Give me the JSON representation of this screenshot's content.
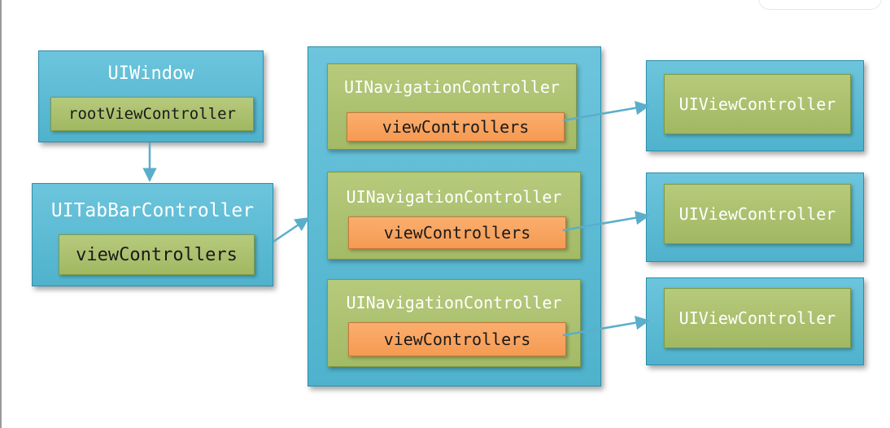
{
  "window": {
    "title": "UIWindow",
    "property": "rootViewController"
  },
  "tab_bar": {
    "title": "UITabBarController",
    "property": "viewControllers"
  },
  "navigation_controllers": [
    {
      "title": "UINavigationController",
      "property": "viewControllers"
    },
    {
      "title": "UINavigationController",
      "property": "viewControllers"
    },
    {
      "title": "UINavigationController",
      "property": "viewControllers"
    }
  ],
  "view_controllers": [
    {
      "title": "UIViewController"
    },
    {
      "title": "UIViewController"
    },
    {
      "title": "UIViewController"
    }
  ],
  "colors": {
    "container_blue": "#5bbad3",
    "property_green": "#a9bf6c",
    "property_orange": "#f8a25c",
    "arrow": "#5aaecb"
  }
}
